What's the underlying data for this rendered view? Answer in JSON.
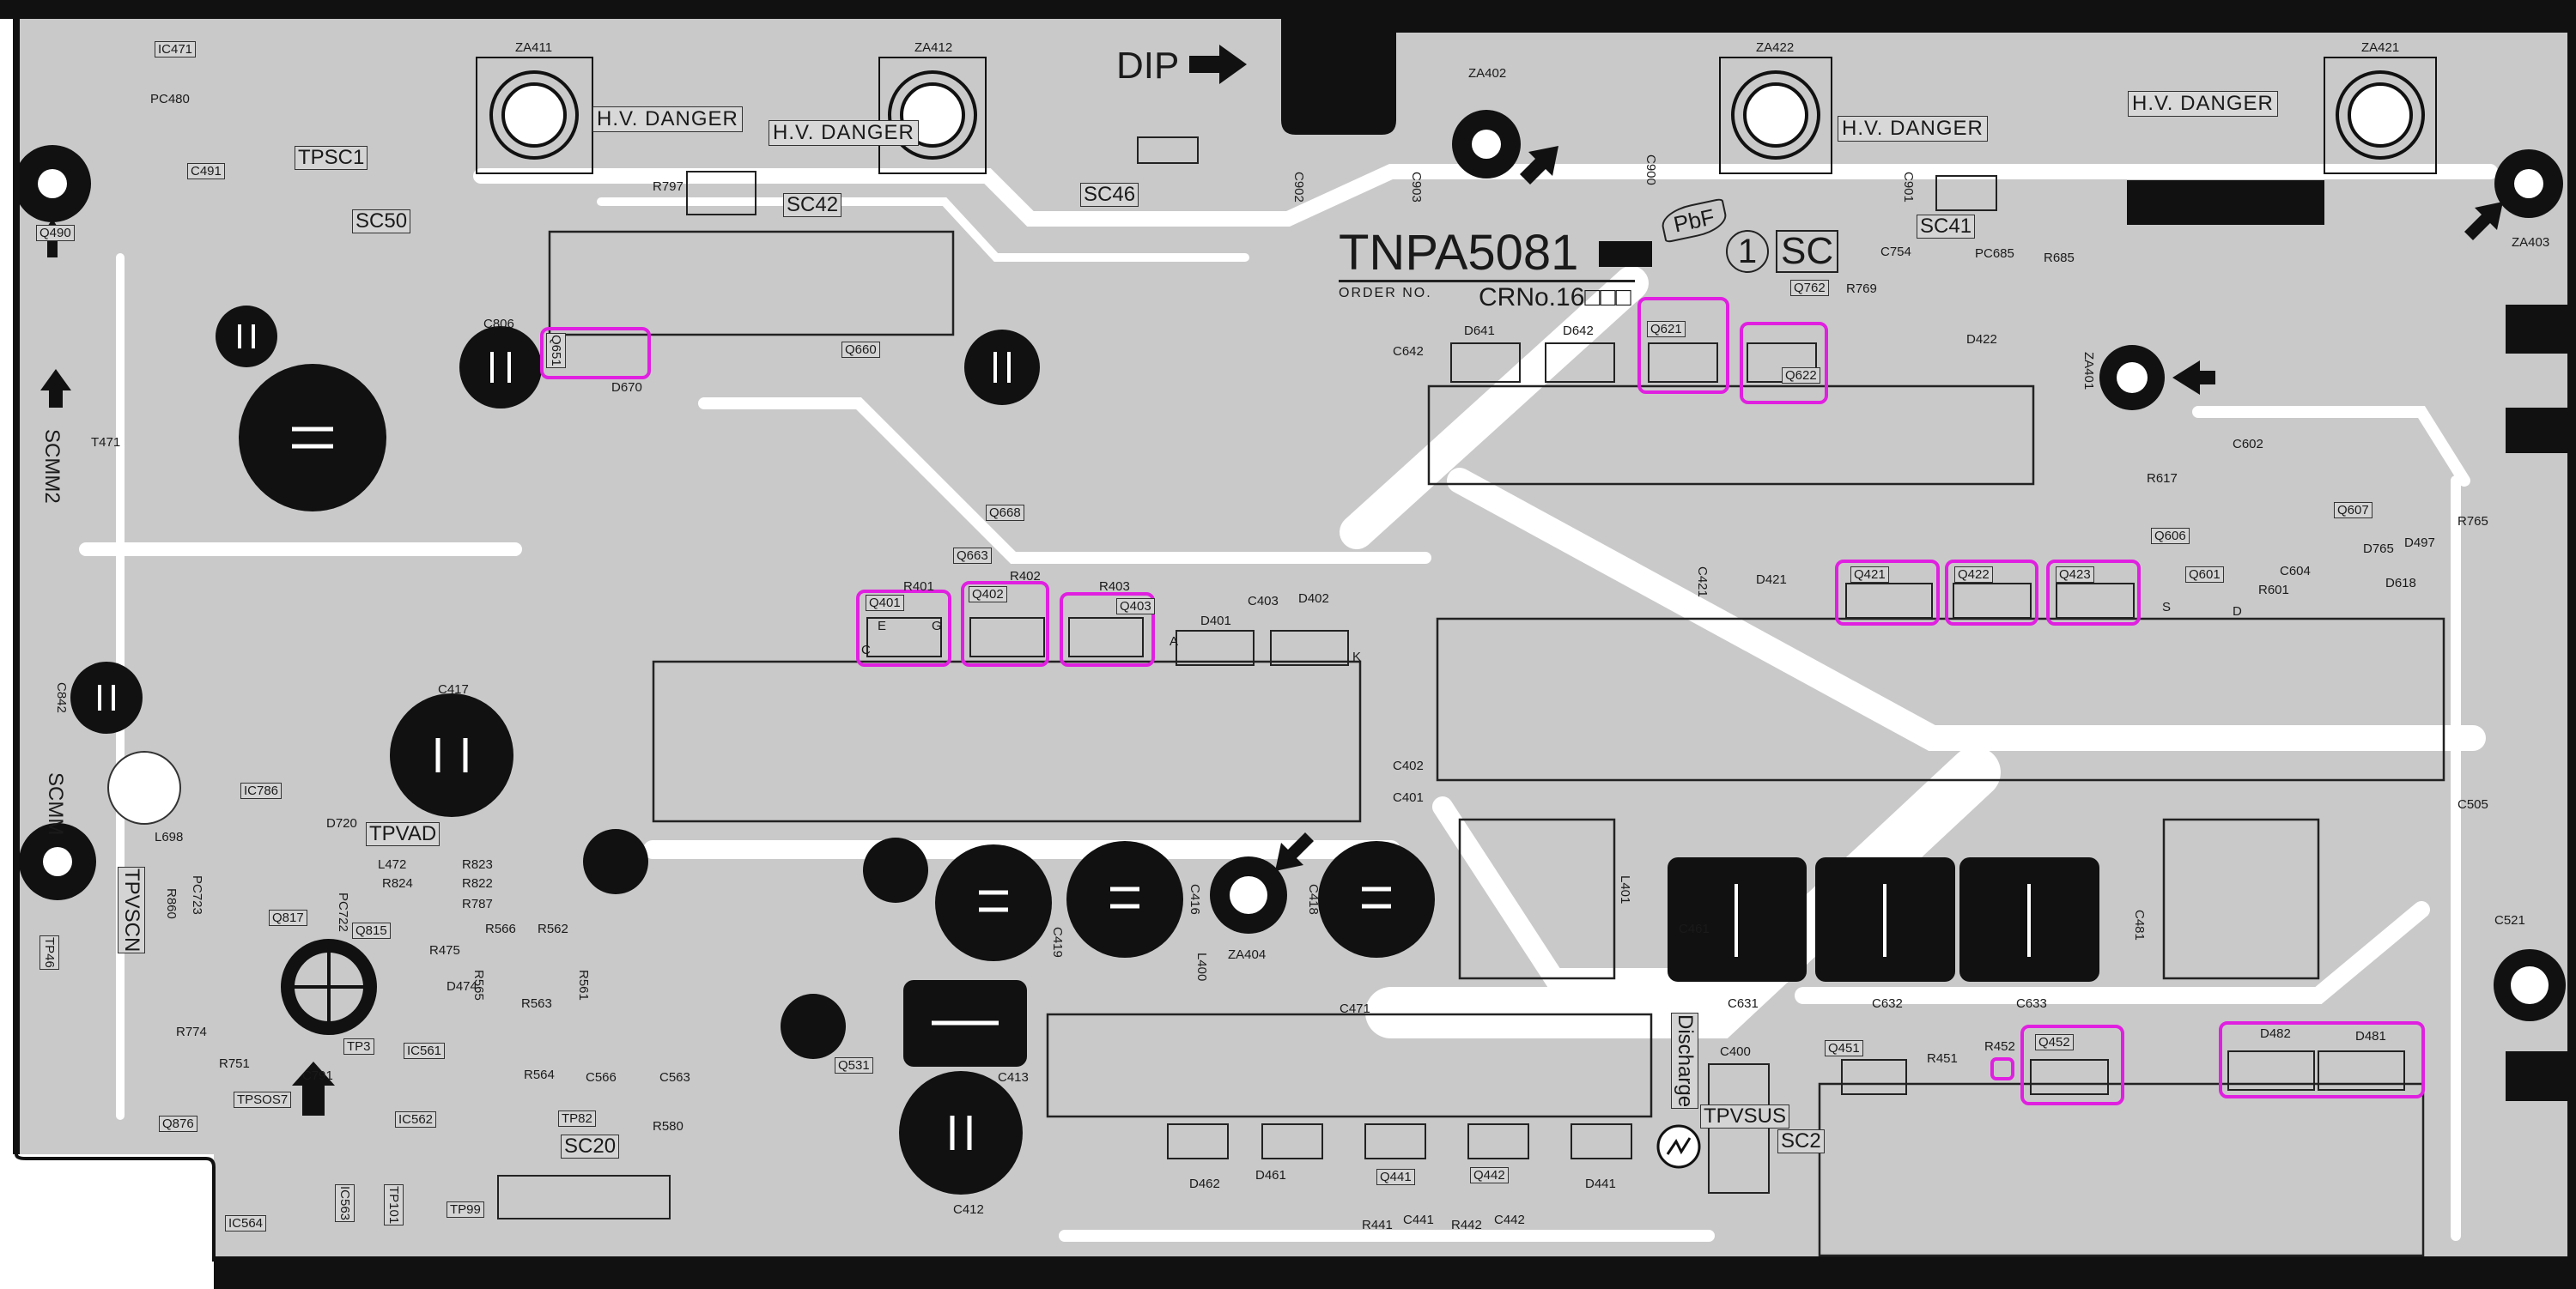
{
  "board": {
    "part_number": "TNPA5081",
    "order_no_label": "ORDER NO.",
    "crno": "CRNo.16□□□",
    "pbf": "PbF",
    "revision": "1",
    "board_code": "SC",
    "dip_label": "DIP"
  },
  "warnings": [
    "H.V. DANGER",
    "H.V. DANGER",
    "H.V. DANGER",
    "H.V. DANGER"
  ],
  "connectors": {
    "sc42": "SC42",
    "sc46": "SC46",
    "sc41": "SC41",
    "sc50": "SC50",
    "sc20": "SC20",
    "sc2": "SC2"
  },
  "test_points": {
    "tpsc1": "TPSC1",
    "tpvad": "TPVAD",
    "tpvscn": "TPVSCN",
    "tp46": "TP46",
    "tpsos7": "TPSOS7",
    "tp82": "TP82",
    "tp3": "TP3",
    "tp99": "TP99",
    "tp101": "TP101",
    "tpvsus": "TPVSUS"
  },
  "markings": {
    "scmm2": "SCMM2",
    "scmm": "SCMM",
    "discharge": "Discharge"
  },
  "mounts": [
    "ZA411",
    "ZA412",
    "ZA402",
    "ZA422",
    "ZA421",
    "ZA403",
    "ZA401",
    "ZA404"
  ],
  "refs": [
    "IC471",
    "PC480",
    "C491",
    "Q490",
    "R797",
    "C902",
    "C903",
    "C900",
    "C901",
    "C754",
    "PC685",
    "R685",
    "Q762",
    "R769",
    "D641",
    "D642",
    "Q621",
    "Q622",
    "D422",
    "C642",
    "Q651",
    "Q660",
    "D670",
    "T471",
    "L698",
    "IC786",
    "L472",
    "C417",
    "D720",
    "C791",
    "IC564",
    "R580",
    "Q531",
    "C412",
    "C413",
    "C419",
    "C416",
    "C418",
    "L400",
    "C471",
    "D462",
    "D461",
    "Q441",
    "Q442",
    "D441",
    "R441",
    "C441",
    "R442",
    "C442",
    "C400",
    "L401",
    "C461",
    "C631",
    "C632",
    "C633",
    "C481",
    "Q451",
    "R451",
    "R452",
    "Q452",
    "D482",
    "D481",
    "C505",
    "C521",
    "Q601",
    "R601",
    "D618",
    "C604",
    "D421",
    "Q421",
    "Q422",
    "Q423",
    "C421",
    "Q401",
    "R401",
    "Q402",
    "R402",
    "R403",
    "Q403",
    "D401",
    "C403",
    "D402",
    "C402",
    "C401",
    "R765",
    "D497",
    "Q607",
    "Q606",
    "Q668",
    "Q663",
    "IC561",
    "IC562",
    "IC563",
    "R566",
    "R562",
    "R565",
    "R561",
    "R563",
    "R564",
    "R475",
    "D474",
    "R824",
    "R823",
    "R822",
    "R787",
    "Q817",
    "Q815",
    "PC723",
    "PC722",
    "C806",
    "C842",
    "R860",
    "R774",
    "R751",
    "Q876",
    "C563",
    "C566",
    "R617",
    "C602",
    "D765"
  ],
  "pin_marks": {
    "e": "E",
    "g": "G",
    "c": "C",
    "a": "A",
    "k": "K",
    "s": "S",
    "d": "D"
  },
  "colors": {
    "board": "#c9c9c9",
    "ink": "#111111",
    "highlight": "#e020e0",
    "trace": "#ffffff"
  }
}
